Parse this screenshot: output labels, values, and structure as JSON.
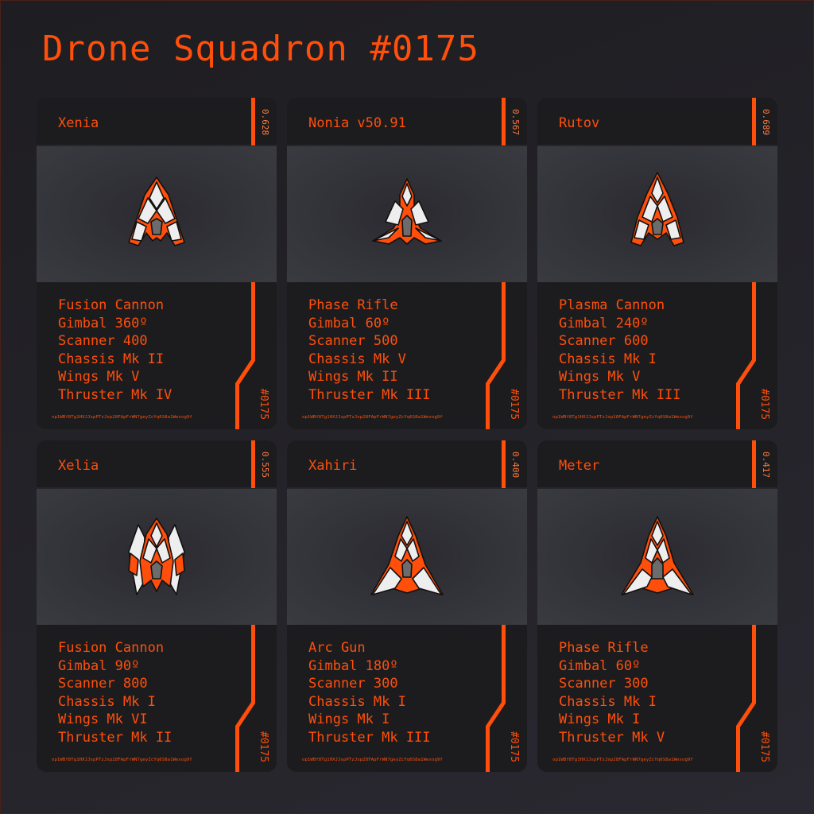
{
  "title": "Drone Squadron #0175",
  "squadron_id": "#0175",
  "hash": "op1WBf8Tg1HXJJspPTzJxp28FApFrWN7geyZcYq6S8a1Wexog9f",
  "colors": {
    "accent": "#ff4f0a",
    "card_bg": "#1c1c1f",
    "art_bg": "#36363c",
    "ship_white": "#eeeeee",
    "ship_gray": "#6c6c6c"
  },
  "drones": [
    {
      "name": "Xenia",
      "rarity": "0.628",
      "ship_icon": "ship-xenia-icon",
      "stats": [
        "Fusion Cannon",
        "Gimbal 360º",
        "Scanner 400",
        "Chassis Mk II",
        "Wings Mk V",
        "Thruster Mk IV"
      ]
    },
    {
      "name": "Nonia v50.91",
      "rarity": "0.567",
      "ship_icon": "ship-nonia-icon",
      "stats": [
        "Phase Rifle",
        "Gimbal 60º",
        "Scanner 500",
        "Chassis Mk V",
        "Wings Mk II",
        "Thruster Mk III"
      ]
    },
    {
      "name": "Rutov",
      "rarity": "0.689",
      "ship_icon": "ship-rutov-icon",
      "stats": [
        "Plasma Cannon",
        "Gimbal 240º",
        "Scanner 600",
        "Chassis Mk I",
        "Wings Mk V",
        "Thruster Mk III"
      ]
    },
    {
      "name": "Xelia",
      "rarity": "0.555",
      "ship_icon": "ship-xelia-icon",
      "stats": [
        "Fusion Cannon",
        "Gimbal 90º",
        "Scanner 800",
        "Chassis Mk I",
        "Wings Mk VI",
        "Thruster Mk II"
      ]
    },
    {
      "name": "Xahiri",
      "rarity": "0.400",
      "ship_icon": "ship-xahiri-icon",
      "stats": [
        "Arc Gun",
        "Gimbal 180º",
        "Scanner 300",
        "Chassis Mk I",
        "Wings Mk I",
        "Thruster Mk III"
      ]
    },
    {
      "name": "Meter",
      "rarity": "0.417",
      "ship_icon": "ship-meter-icon",
      "stats": [
        "Phase Rifle",
        "Gimbal 60º",
        "Scanner 300",
        "Chassis Mk I",
        "Wings Mk I",
        "Thruster Mk V"
      ]
    }
  ]
}
